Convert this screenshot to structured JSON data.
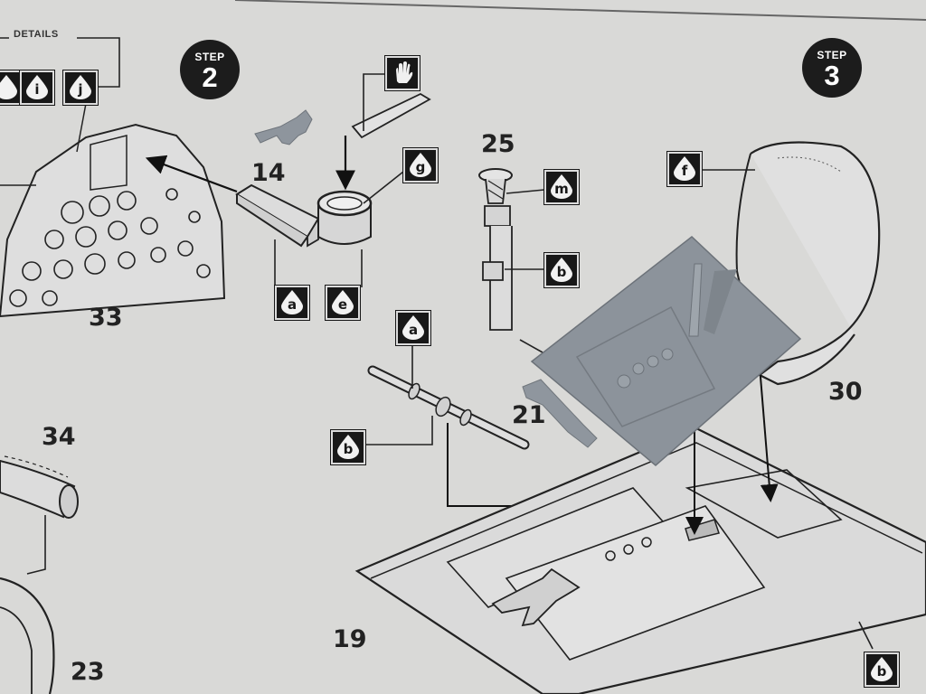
{
  "header": {
    "details_label": "DETAILS"
  },
  "steps": [
    {
      "word": "STEP",
      "number": "2"
    },
    {
      "word": "STEP",
      "number": "3"
    }
  ],
  "part_numbers": [
    "14",
    "25",
    "33",
    "34",
    "21",
    "30",
    "19",
    "23"
  ],
  "detail_badges": {
    "header_i": "i",
    "header_j": "j",
    "g": "g",
    "m": "m",
    "f": "f",
    "a_14": "a",
    "e_14": "e",
    "b_25": "b",
    "a_rod": "a",
    "b_rod": "b",
    "b_floor": "b"
  },
  "icons": {
    "glue": "hand-icon"
  }
}
